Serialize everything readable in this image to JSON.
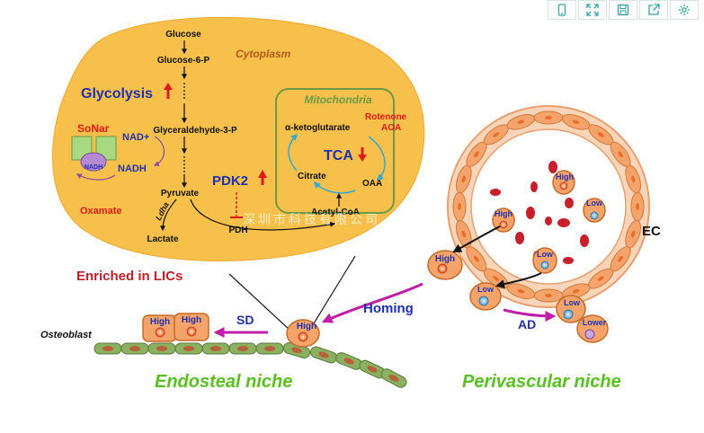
{
  "toolbar": {
    "buttons": [
      {
        "name": "mobile-view-button",
        "icon": "mobile-icon"
      },
      {
        "name": "fullscreen-button",
        "icon": "expand-icon"
      },
      {
        "name": "save-button",
        "icon": "save-icon"
      },
      {
        "name": "share-button",
        "icon": "share-icon"
      },
      {
        "name": "settings-button",
        "icon": "gear-icon"
      }
    ]
  },
  "cytoplasm": {
    "title": "Cytoplasm",
    "glycolysis": "Glycolysis",
    "sonar": "SoNar",
    "nadh_small": "NADH",
    "nad_plus": "NAD+",
    "nadh": "NADH",
    "oxamate": "Oxamate",
    "pdk2": "PDK2",
    "ldha": "Ldha",
    "metabolites": {
      "glucose": "Glucose",
      "glucose6p": "Glucose-6-P",
      "g3p": "Glyceraldehyde-3-P",
      "pyruvate": "Pyruvate",
      "lactate": "Lactate",
      "pdh": "PDH"
    }
  },
  "mitochondria": {
    "title": "Mitochondria",
    "rotenone": "Rotenone",
    "aoa": "AOA",
    "akg": "α-ketoglutarate",
    "tca": "TCA",
    "citrate": "Citrate",
    "oaa": "OAA",
    "acetyl": "Acetyl-CoA"
  },
  "watermark": "深圳市科技有限公司",
  "labels": {
    "enriched": "Enriched in LICs",
    "ec": "EC",
    "homing": "Homing",
    "sd": "SD",
    "ad": "AD",
    "osteoblast": "Osteoblast",
    "endosteal": "Endosteal niche",
    "perivascular": "Perivascular niche"
  },
  "cells": {
    "high": "High",
    "low": "Low",
    "lower": "Lower"
  },
  "colors": {
    "cytoplasm_fill": "#f7c04a",
    "mito_border": "#6c9a44",
    "cell_fill": "#f4a46a",
    "cell_border": "#c86a28",
    "magenta_arrow": "#c020a8",
    "green_text": "#58c020",
    "red": "#e01818",
    "blue": "#2030b0",
    "teal_arrow": "#30a8d8"
  }
}
